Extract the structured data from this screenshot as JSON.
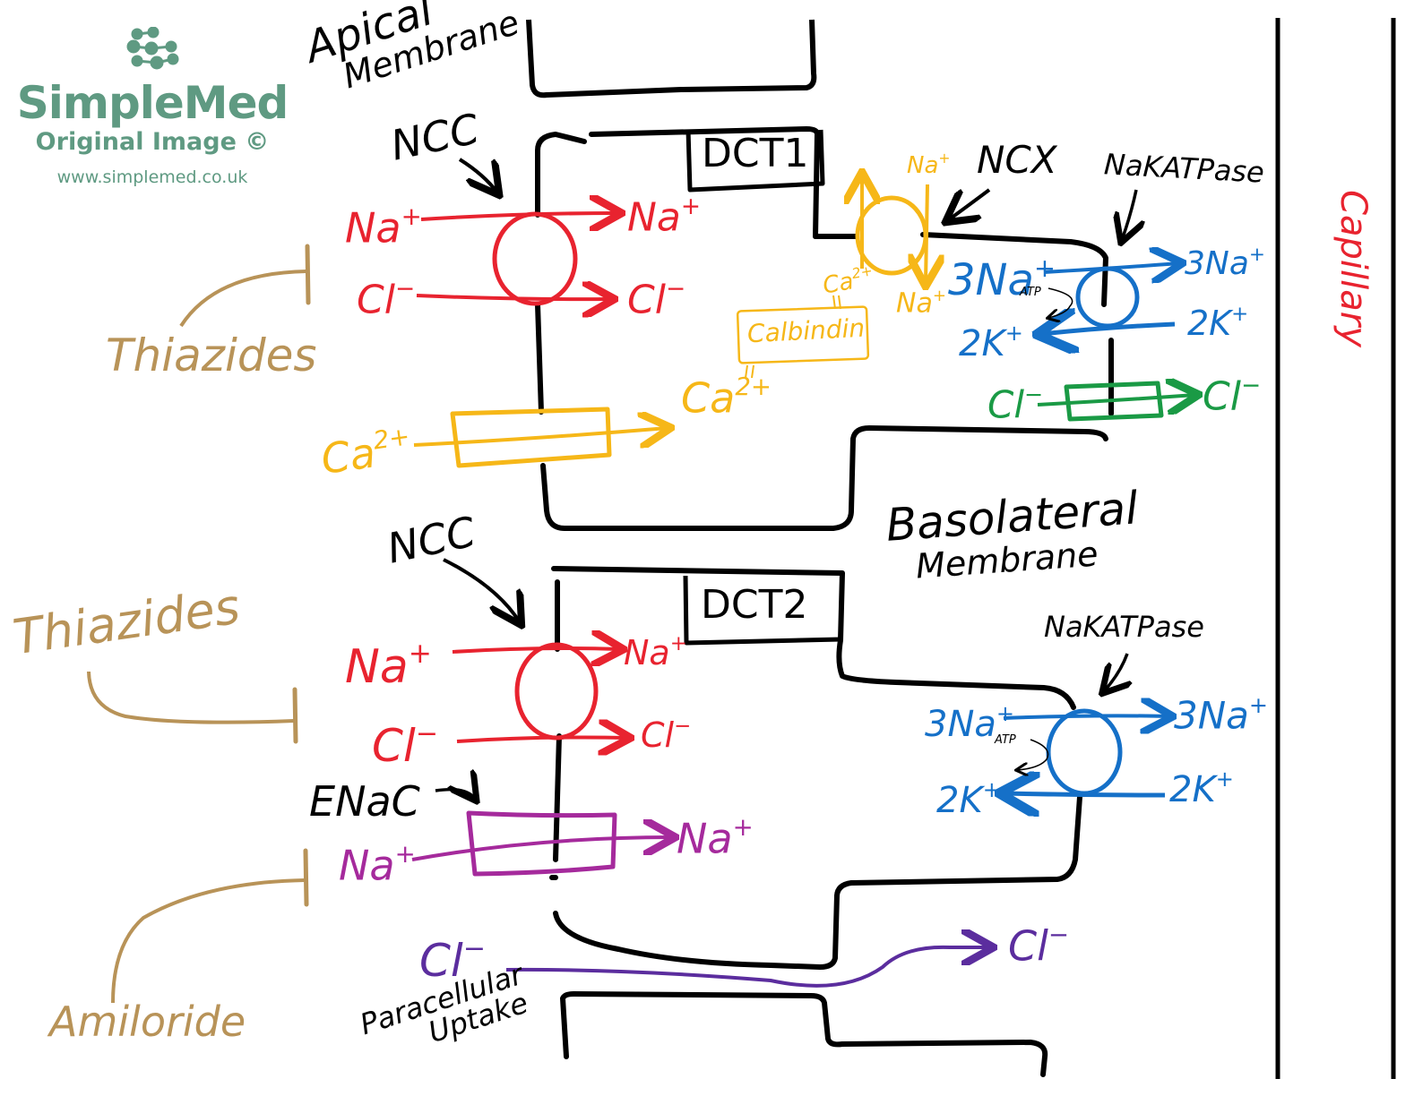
{
  "watermark": {
    "brand": "SimpleMed",
    "subtitle": "Original Image ©",
    "url": "www.simplemed.co.uk"
  },
  "colors": {
    "membrane": "#000000",
    "ncc": "#e8232f",
    "calcium": "#f6b718",
    "nakatpase": "#1570c8",
    "chloride_channel": "#1a9a45",
    "enac": "#a52a9c",
    "paracellular": "#5b2d9e",
    "drug": "#b89358",
    "capillary_label": "#e8232f",
    "brand": "#5f9a82"
  },
  "labels": {
    "apical_line1": "Apical",
    "apical_line2": "Membrane",
    "basolateral_line1": "Basolateral",
    "basolateral_line2": "Membrane",
    "capillary": "Capillary",
    "paracellular_line1": "Paracellular",
    "paracellular_line2": "Uptake"
  },
  "dct1": {
    "title": "DCT1",
    "ncc": {
      "name": "NCC",
      "in_na": "Na",
      "in_na_charge": "+",
      "out_na": "Na",
      "out_na_charge": "+",
      "in_cl": "Cl",
      "in_cl_charge": "−",
      "out_cl": "Cl",
      "out_cl_charge": "−"
    },
    "calcium_channel": {
      "in": "Ca",
      "in_charge": "2+",
      "out": "Ca",
      "out_charge": "2+"
    },
    "calbindin": {
      "name": "Calbindin",
      "top_ion": "Ca",
      "top_charge": "2+"
    },
    "ncx": {
      "name": "NCX",
      "na_out": "Na",
      "na_out_charge": "+",
      "na_in": "Na",
      "na_in_charge": "+"
    },
    "nakatpase": {
      "name": "NaKATPase",
      "na_in": "3Na",
      "na_in_charge": "+",
      "na_out": "3Na",
      "na_out_charge": "+",
      "k_in": "2K",
      "k_in_charge": "+",
      "k_out": "2K",
      "k_out_charge": "+",
      "atp": "ATP"
    },
    "cl_channel": {
      "in": "Cl",
      "in_charge": "−",
      "out": "Cl",
      "out_charge": "−"
    },
    "drug": "Thiazides"
  },
  "dct2": {
    "title": "DCT2",
    "ncc": {
      "name": "NCC",
      "in_na": "Na",
      "in_na_charge": "+",
      "out_na": "Na",
      "out_na_charge": "+",
      "in_cl": "Cl",
      "in_cl_charge": "−",
      "out_cl": "Cl",
      "out_cl_charge": "−"
    },
    "enac": {
      "name": "ENaC",
      "in": "Na",
      "in_charge": "+",
      "out": "Na",
      "out_charge": "+"
    },
    "nakatpase": {
      "name": "NaKATPase",
      "na_in": "3Na",
      "na_in_charge": "+",
      "na_out": "3Na",
      "na_out_charge": "+",
      "k_in": "2K",
      "k_in_charge": "+",
      "k_out": "2K",
      "k_out_charge": "+",
      "atp": "ATP"
    },
    "drug_ncc": "Thiazides",
    "drug_enac": "Amiloride",
    "paracellular": {
      "in": "Cl",
      "in_charge": "−",
      "out": "Cl",
      "out_charge": "−"
    }
  }
}
